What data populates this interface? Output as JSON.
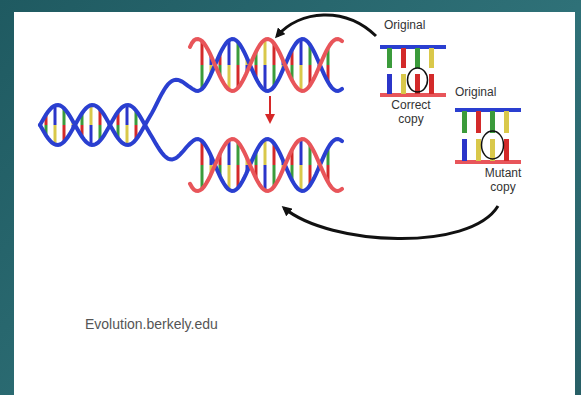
{
  "diagram": {
    "labels": [
      "Original",
      "Correct copy",
      "Original",
      "Mutant copy",
      "Evolution.berkely.edu"
    ]
  }
}
